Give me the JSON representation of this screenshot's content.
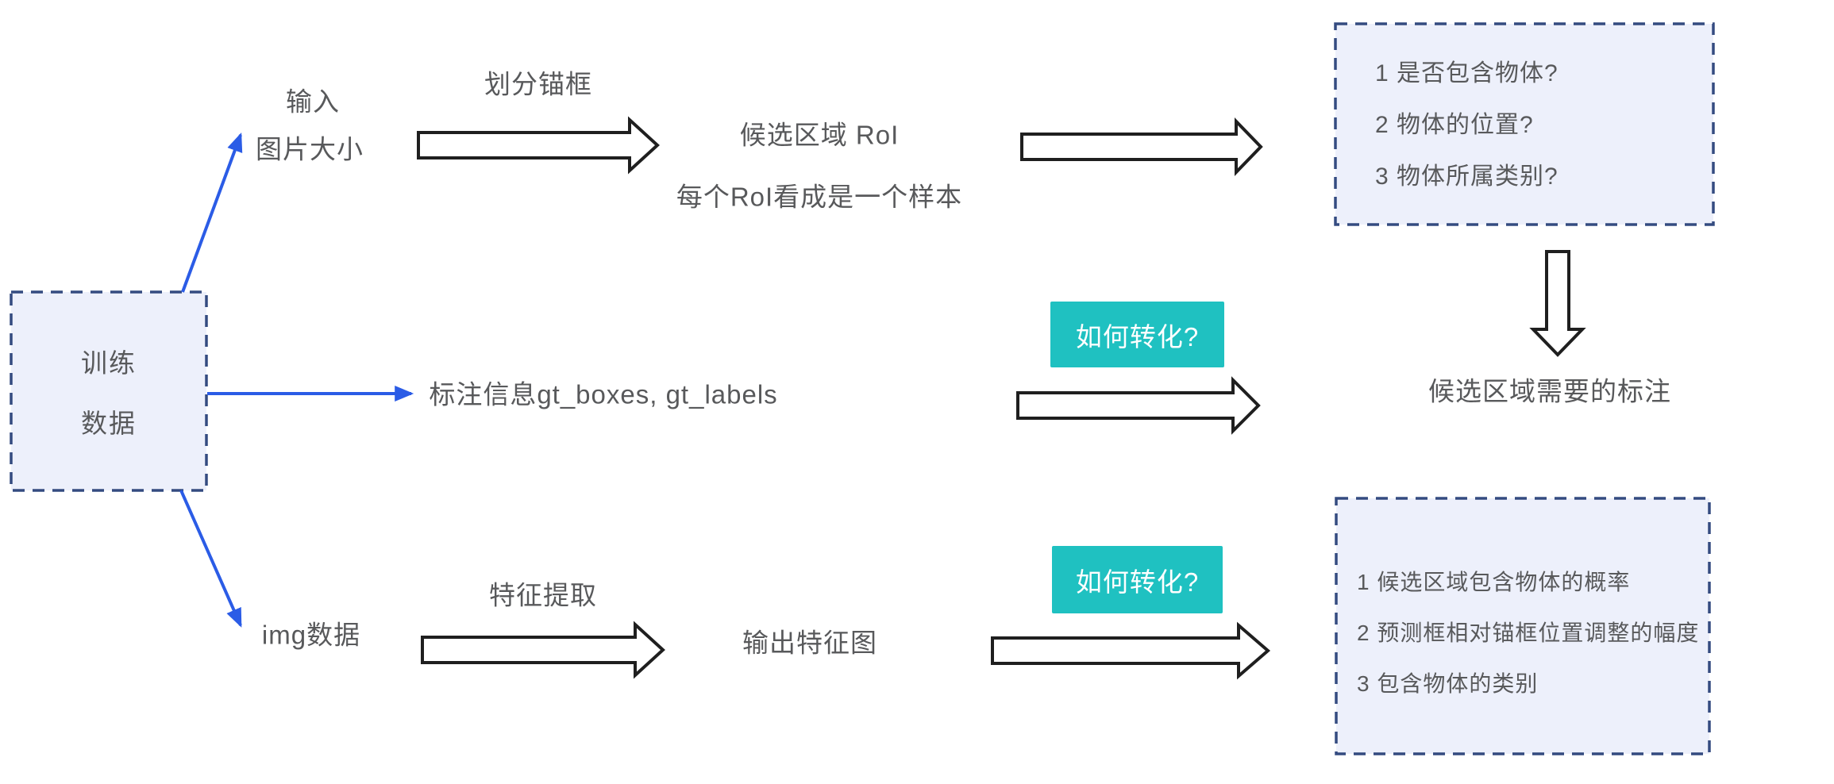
{
  "colors": {
    "background": "#ffffff",
    "box_fill": "#edf0fb",
    "box_border": "#344b80",
    "arrow_blue": "#2b5ce6",
    "block_arrow_outline": "#1f1f1f",
    "teal": "#1fc1c1",
    "teal_text": "#ffffff",
    "text_gray": "#58595b"
  },
  "training_box": {
    "line1": "训练",
    "line2": "数据"
  },
  "row_top": {
    "source_line1": "输入",
    "source_line2": "图片大小",
    "arrow_label": "划分锚框",
    "roi_line1": "候选区域 RoI",
    "roi_line2": "每个RoI看成是一个样本",
    "questions_box": {
      "items": [
        "1 是否包含物体?",
        "2 物体的位置?",
        "3 物体所属类别?"
      ]
    }
  },
  "row_middle": {
    "annotation_text": "标注信息gt_boxes, gt_labels",
    "convert_label": "如何转化?",
    "result_text": "候选区域需要的标注"
  },
  "row_bottom": {
    "source_text": "img数据",
    "arrow_label": "特征提取",
    "feature_map_text": "输出特征图",
    "convert_label": "如何转化?",
    "outputs_box": {
      "items": [
        "1 候选区域包含物体的概率",
        "2 预测框相对锚框位置调整的幅度",
        "3 包含物体的类别"
      ]
    }
  }
}
